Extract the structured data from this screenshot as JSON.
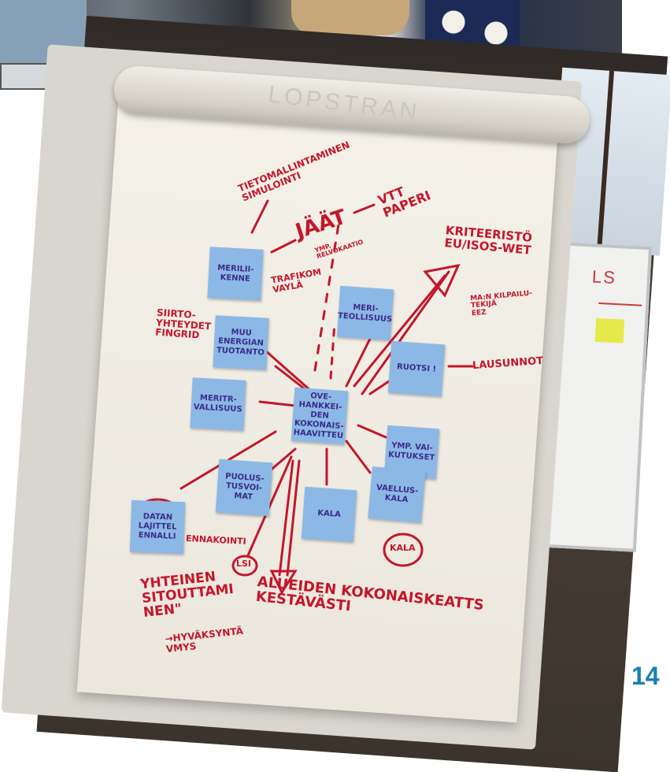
{
  "slide": {
    "page_number": "14"
  },
  "flipchart": {
    "header_on_roll": "LOPSTRAN",
    "center_note": "OVE-\nHANKKEI-\nDEN\nKOKONAIS-\nHAAVITTEU",
    "sticky_notes": [
      {
        "id": "merilii",
        "text": "MERILII-\nKENNE"
      },
      {
        "id": "meriteo",
        "text": "MERI-\nTEOLLISUUS"
      },
      {
        "id": "muu",
        "text": "MUU\nENERGIAN\nTUOTANTO"
      },
      {
        "id": "ruotsi",
        "text": "RUOTSI !"
      },
      {
        "id": "meritr",
        "text": "MERITR-\nVALLISUUS"
      },
      {
        "id": "ymp",
        "text": "YMP. VAI-\nKUTUKSET"
      },
      {
        "id": "puolus",
        "text": "PUOLUS-\nTUSVOI-\nMAT"
      },
      {
        "id": "vaellus",
        "text": "VAELLUS-\nKALA"
      },
      {
        "id": "kala",
        "text": "KALA"
      },
      {
        "id": "datan",
        "text": "DATAN\nLAJITTEL\nENNALLI"
      }
    ],
    "handwriting": [
      {
        "id": "simulointi",
        "text": "TIETOMALLINTAMINEN\nSIMULOINTI"
      },
      {
        "id": "jaa",
        "text": "JÄÄT"
      },
      {
        "id": "vtt",
        "text": "VTT\nPAPERI"
      },
      {
        "id": "ymp-ref",
        "text": "YMP.\nRELVOKAATIO"
      },
      {
        "id": "kriteeristo",
        "text": "KRITEERISTÖ\nEU/ISOS-WET"
      },
      {
        "id": "ma",
        "text": "MA:N KILPAILU-\nTEKIJÄ\nEEZ"
      },
      {
        "id": "trafikom",
        "text": "TRAFIKOM\nVAYLÄ"
      },
      {
        "id": "siirto",
        "text": "SIIRTO-\nYHTEYDET\nFINGRID"
      },
      {
        "id": "lausunnot",
        "text": "LAUSUNNOT"
      },
      {
        "id": "kala-circle",
        "text": "KALA"
      },
      {
        "id": "ennakointi",
        "text": "ENNAKOINTI"
      },
      {
        "id": "lsi",
        "text": "LSI"
      },
      {
        "id": "yhteinen",
        "text": "YHTEINEN\nSITOUTTAMI\nNEN\""
      },
      {
        "id": "alueiden",
        "text": "ALUEIDEN KOKONAISKEATTS\nKESTÄVÄSTI"
      },
      {
        "id": "hyvaksynta",
        "text": "→HYVÄKSYNTÄ\nVMYS"
      }
    ]
  }
}
